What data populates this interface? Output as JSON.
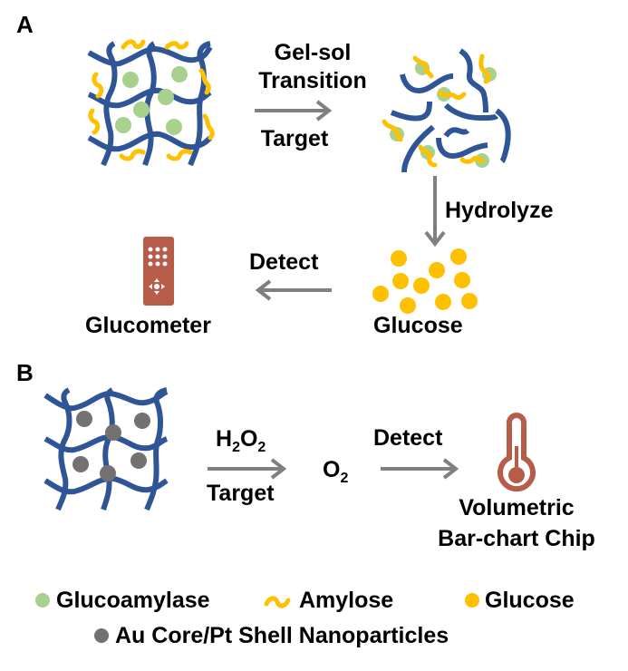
{
  "panels": {
    "a": {
      "label": "A",
      "step1_top": "Gel-sol",
      "step1_mid": "Transition",
      "step1_bottom": "Target",
      "step2": "Hydrolyze",
      "product": "Glucose",
      "step3": "Detect",
      "device": "Glucometer"
    },
    "b": {
      "label": "B",
      "reagent_main": "H",
      "reagent_sub1": "2",
      "reagent_mid": "O",
      "reagent_sub2": "2",
      "step1_bottom": "Target",
      "product_main": "O",
      "product_sub": "2",
      "step2": "Detect",
      "device_line1": "Volumetric",
      "device_line2": "Bar-chart Chip"
    }
  },
  "legend": {
    "items": [
      {
        "label": "Glucoamylase",
        "icon": "green-circle-icon",
        "color": "#a9d18e"
      },
      {
        "label": "Amylose",
        "icon": "yellow-squiggle-icon",
        "color": "#ffc000"
      },
      {
        "label": "Glucose",
        "icon": "yellow-circle-icon",
        "color": "#ffc000"
      },
      {
        "label": "Au Core/Pt Shell Nanoparticles",
        "icon": "gray-circle-icon",
        "color": "#767171"
      }
    ]
  },
  "colors": {
    "hydrogel": "#2f5597",
    "glucoamylase": "#a9d18e",
    "amylose": "#ffc000",
    "glucose": "#ffc000",
    "nanoparticle": "#767171",
    "arrow": "#808080",
    "device": "#b85c4a"
  }
}
